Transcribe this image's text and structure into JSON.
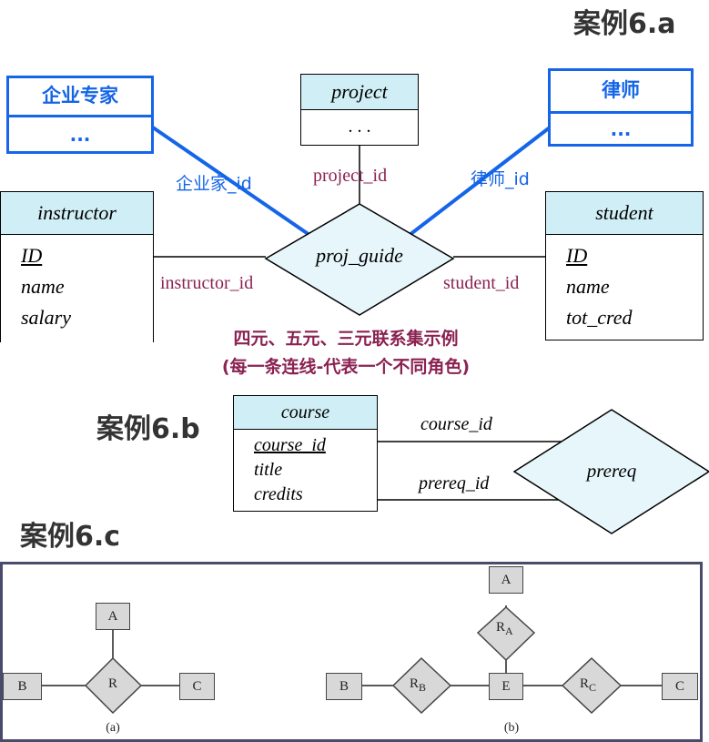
{
  "case_a": {
    "heading": "案例6.a",
    "entities": {
      "expert": {
        "title": "企业专家",
        "body": "..."
      },
      "project": {
        "title": "project",
        "body": ". . ."
      },
      "lawyer": {
        "title": "律师",
        "body": "..."
      },
      "instructor": {
        "title": "instructor",
        "attrs": [
          "ID",
          "name",
          "salary"
        ]
      },
      "student": {
        "title": "student",
        "attrs": [
          "ID",
          "name",
          "tot_cred"
        ]
      }
    },
    "relationship": "proj_guide",
    "roles": {
      "expert": "企业家_id",
      "project": "project_id",
      "lawyer": "律师_id",
      "instructor": "instructor_id",
      "student": "student_id"
    },
    "caption_line1": "四元、五元、三元联系集示例",
    "caption_line2": "(每一条连线-代表一个不同角色)"
  },
  "case_b": {
    "heading": "案例6.b",
    "entity": {
      "title": "course",
      "attrs": [
        "course_id",
        "title",
        "credits"
      ]
    },
    "relationship": "prereq",
    "roles": {
      "top": "course_id",
      "bottom": "prereq_id"
    }
  },
  "case_c": {
    "heading": "案例6.c",
    "a": {
      "entities": [
        "A",
        "B",
        "C"
      ],
      "relationship": "R",
      "label": "(a)"
    },
    "b": {
      "entities": [
        "A",
        "B",
        "C",
        "E"
      ],
      "relationships": [
        "R",
        "R",
        "R"
      ],
      "subscripts": [
        "A",
        "B",
        "C"
      ],
      "label": "(b)"
    }
  },
  "colors": {
    "accent_blue": "#1565e8",
    "maroon": "#8b2252",
    "entity_header": "#d0eef5",
    "diamond_fill": "#e6f6fb"
  }
}
